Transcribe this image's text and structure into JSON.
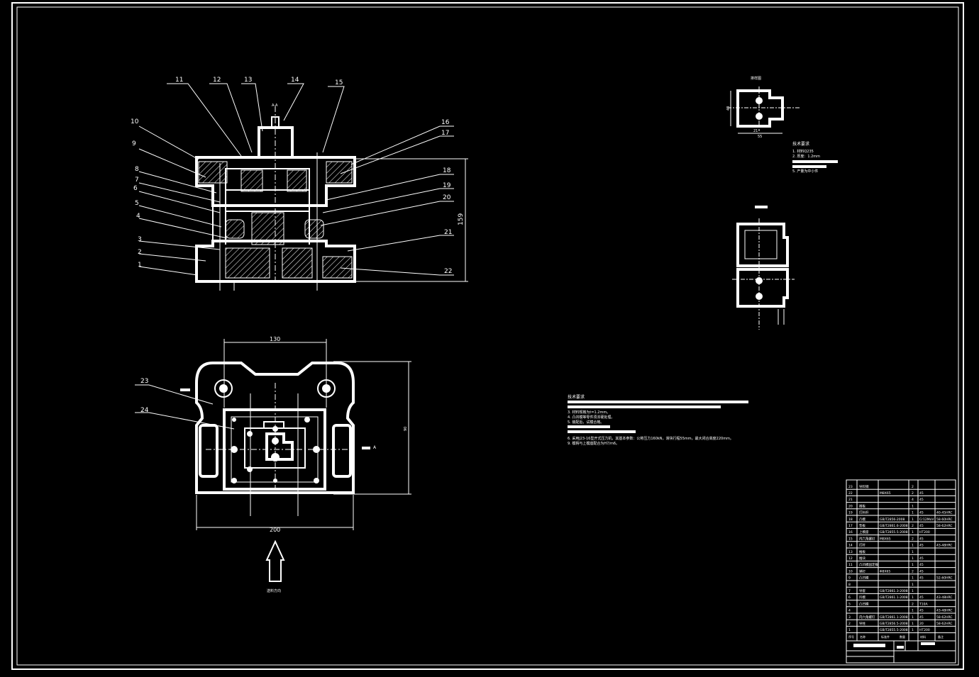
{
  "drawing": {
    "part_labels": [
      "1",
      "2",
      "3",
      "4",
      "5",
      "6",
      "7",
      "8",
      "9",
      "10",
      "11",
      "12",
      "13",
      "14",
      "15",
      "16",
      "17",
      "18",
      "19",
      "20",
      "21",
      "22",
      "23",
      "24"
    ],
    "section_mark": "A-A",
    "section_arrow_label": "A",
    "dim_height_main": "159",
    "dim_width_top": "130",
    "dim_width_bottom": "200",
    "dim_height_plan": "90",
    "feed_direction": "送料方向",
    "strip_title": "排样图",
    "strip_dims": [
      "40",
      "55",
      "21"
    ],
    "tech_title_right": "技术要求",
    "tech_right_lines": [
      "1. 材料Q235",
      "2. 厚度：1.2mm",
      "5. 产量为中小件"
    ],
    "tech_title_main": "技术要求",
    "tech_main_lines": [
      "3. 材料规格为t=1.2mm。",
      "4. 凸凹模等零件须淬硬处理。",
      "5. 装配后，试模合格。",
      "6. 采用J23-16型开式压力机，其基本参数：公称压力160kN，滑块行程55mm，最大闭合高度220mm。",
      "9. 模柄与上模座配合为H7/m6。"
    ]
  },
  "bom": {
    "rows": [
      {
        "no": "23",
        "name": "导料销",
        "std": "",
        "qty": "2",
        "mat": "",
        "note": ""
      },
      {
        "no": "22",
        "name": "",
        "std": "M8X65",
        "qty": "2",
        "mat": "45",
        "note": ""
      },
      {
        "no": "21",
        "name": "",
        "std": "",
        "qty": "4",
        "mat": "45",
        "note": ""
      },
      {
        "no": "20",
        "name": "推板",
        "std": "",
        "qty": "1",
        "mat": "",
        "note": ""
      },
      {
        "no": "19",
        "name": "打料杆",
        "std": "",
        "qty": "1",
        "mat": "45",
        "note": "40-45HRC"
      },
      {
        "no": "18",
        "name": "凸模",
        "std": "GB/T2856-2008",
        "qty": "1",
        "mat": "Cr12MoV",
        "note": "58-60HRC"
      },
      {
        "no": "17",
        "name": "垫板",
        "std": "GB/T2861.6-2008",
        "qty": "2",
        "mat": "45",
        "note": "58-62HRC"
      },
      {
        "no": "16",
        "name": "上模座",
        "std": "GB/T2855.5-2008",
        "qty": "1",
        "mat": "HT200",
        "note": ""
      },
      {
        "no": "15",
        "name": "内六角螺钉",
        "std": "M8X65",
        "qty": "2",
        "mat": "45",
        "note": ""
      },
      {
        "no": "14",
        "name": "打杆",
        "std": "",
        "qty": "1",
        "mat": "45",
        "note": "43-48HRC"
      },
      {
        "no": "13",
        "name": "推板",
        "std": "",
        "qty": "1",
        "mat": "",
        "note": ""
      },
      {
        "no": "12",
        "name": "推块",
        "std": "",
        "qty": "1",
        "mat": "45",
        "note": ""
      },
      {
        "no": "11",
        "name": "凸凹模固定板",
        "std": "",
        "qty": "1",
        "mat": "45",
        "note": ""
      },
      {
        "no": "10",
        "name": "销钉",
        "std": "Φ8X65",
        "qty": "2",
        "mat": "45",
        "note": ""
      },
      {
        "no": "9",
        "name": "凸凹模",
        "std": "",
        "qty": "1",
        "mat": "45",
        "note": "52-60HRC"
      },
      {
        "no": "8",
        "name": "",
        "std": "",
        "qty": "1",
        "mat": "",
        "note": ""
      },
      {
        "no": "7",
        "name": "导套",
        "std": "GB/T2861.3-2008",
        "qty": "1",
        "mat": "",
        "note": ""
      },
      {
        "no": "6",
        "name": "凹模",
        "std": "GB/T2861.1-2008",
        "qty": "1",
        "mat": "45",
        "note": "43-48HRC"
      },
      {
        "no": "5",
        "name": "凸凹模",
        "std": "",
        "qty": "2",
        "mat": "T10A",
        "note": ""
      },
      {
        "no": "4",
        "name": "",
        "std": "",
        "qty": "1",
        "mat": "45",
        "note": "43-48HRC"
      },
      {
        "no": "3",
        "name": "内六角螺钉",
        "std": "GB/T2861.1-2008",
        "qty": "1",
        "mat": "45",
        "note": "58-62HRC"
      },
      {
        "no": "2",
        "name": "导柱",
        "std": "GB/T2856.5-2008",
        "qty": "1",
        "mat": "20",
        "note": "58-62HRC"
      },
      {
        "no": "1",
        "name": "",
        "std": "GB/T2855.5-2008",
        "qty": "1",
        "mat": "HT200",
        "note": ""
      }
    ],
    "header": {
      "no": "序号",
      "name": "名称",
      "std": "标准件",
      "qty": "数量",
      "mat": "材料",
      "note": "备注"
    }
  }
}
